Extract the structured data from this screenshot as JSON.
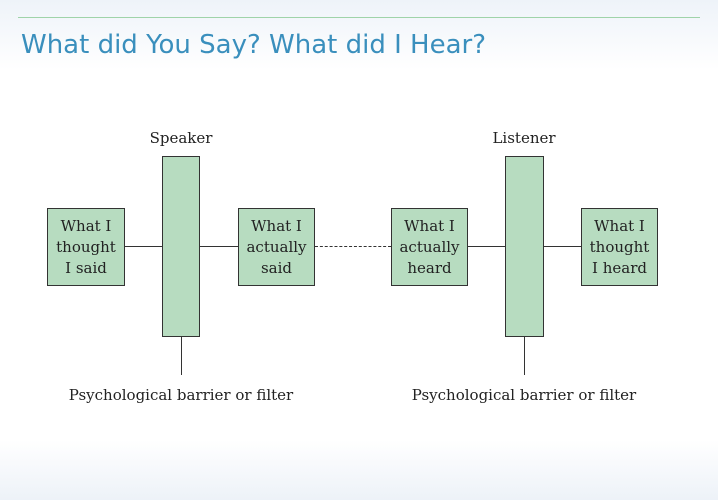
{
  "slide": {
    "title": "What did You Say? What did I Hear?"
  },
  "diagram": {
    "speaker_label": "Speaker",
    "listener_label": "Listener",
    "boxes": {
      "thought_said": "What I\nthought\nI said",
      "actually_said": "What I\nactually\nsaid",
      "actually_heard": "What I\nactually\nheard",
      "thought_heard": "What I\nthought\nI heard"
    },
    "barrier_caption_left": "Psychological barrier or filter",
    "barrier_caption_right": "Psychological barrier or filter"
  },
  "colors": {
    "title": "#3a8fbd",
    "box_fill": "#b7dcc0",
    "rule": "#9fd3a9"
  }
}
